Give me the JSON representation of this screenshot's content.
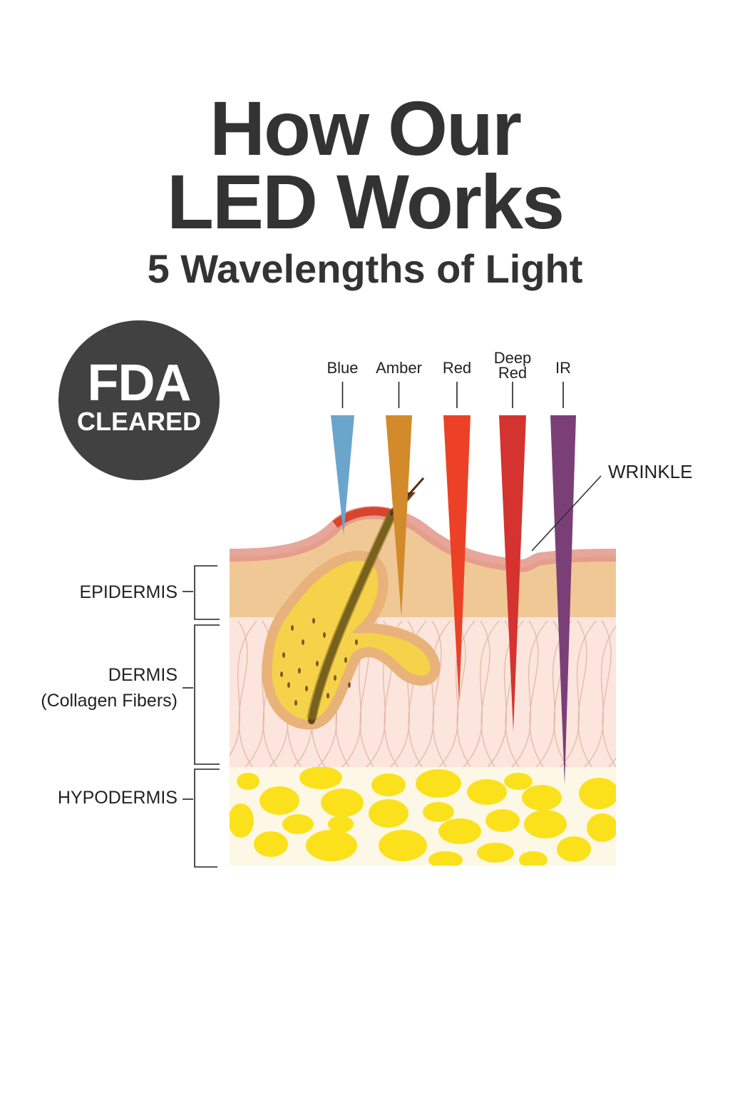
{
  "header": {
    "title_line1": "How Our",
    "title_line2": "LED Works",
    "subtitle": "5 Wavelengths of Light"
  },
  "badge": {
    "line1": "FDA",
    "line2": "CLEARED"
  },
  "wavelengths": [
    {
      "label": "Blue",
      "color": "#6aa5cc"
    },
    {
      "label": "Amber",
      "color": "#d28a2a"
    },
    {
      "label": "Red",
      "color": "#ec4126"
    },
    {
      "label": "Deep Red",
      "label_line1": "Deep",
      "label_line2": "Red",
      "color": "#d43330"
    },
    {
      "label": "IR",
      "color": "#7b3f78"
    }
  ],
  "annotations": {
    "wrinkle": "WRINKLE"
  },
  "layers": {
    "epidermis": "EPIDERMIS",
    "dermis": "DERMIS",
    "dermis_note": "(Collagen Fibers)",
    "hypodermis": "HYPODERMIS"
  },
  "colors": {
    "epidermis": "#f0c896",
    "dermis": "#fbe5dc",
    "hypodermis": "#fdf8e6",
    "fat": "#fbe11c",
    "surface": "#e8a090"
  }
}
